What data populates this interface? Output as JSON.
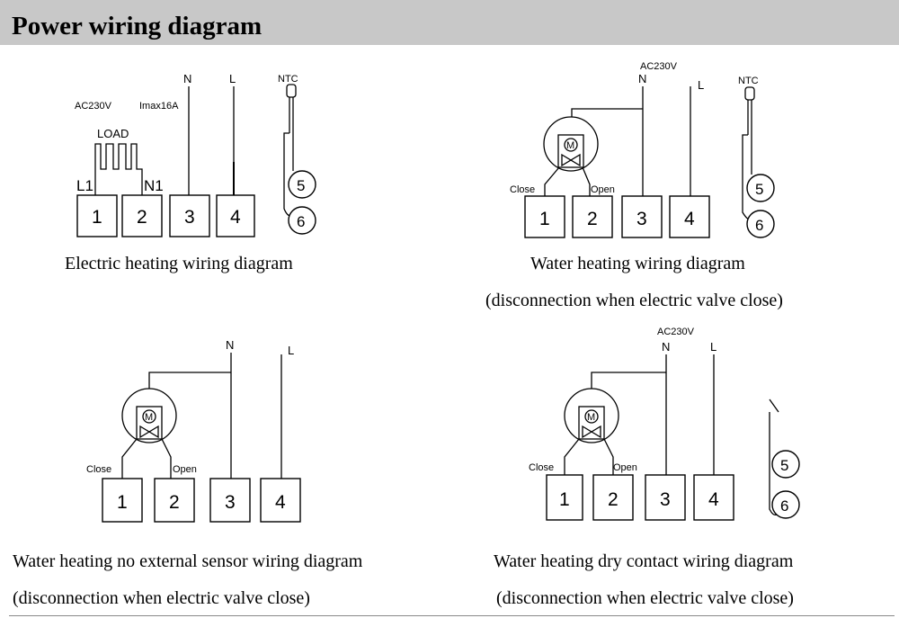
{
  "header": {
    "title": "Power wiring diagram"
  },
  "diagrams": [
    {
      "caption": "Electric heating wiring diagram",
      "labels": {
        "n": "N",
        "l": "L",
        "ntc": "NTC",
        "ac": "AC230V",
        "imax": "Imax16A",
        "load": "LOAD",
        "l1": "L1",
        "n1": "N1"
      },
      "terminals": [
        "1",
        "2",
        "3",
        "4"
      ],
      "sensor_terminals": [
        "5",
        "6"
      ]
    },
    {
      "caption": "Water heating wiring diagram",
      "caption2": "(disconnection when electric valve close)",
      "labels": {
        "ac": "AC230V",
        "n": "N",
        "l": "L",
        "ntc": "NTC",
        "motor": "M",
        "close": "Close",
        "open": "Open"
      },
      "terminals": [
        "1",
        "2",
        "3",
        "4"
      ],
      "sensor_terminals": [
        "5",
        "6"
      ]
    },
    {
      "caption": "Water heating no external sensor wiring diagram",
      "caption2": "(disconnection when electric valve close)",
      "labels": {
        "n": "N",
        "l": "L",
        "motor": "M",
        "close": "Close",
        "open": "Open"
      },
      "terminals": [
        "1",
        "2",
        "3",
        "4"
      ]
    },
    {
      "caption": "Water heating dry contact wiring diagram",
      "caption2": "(disconnection when electric valve close)",
      "labels": {
        "ac": "AC230V",
        "n": "N",
        "l": "L",
        "motor": "M",
        "close": "Close",
        "open": "Open"
      },
      "terminals": [
        "1",
        "2",
        "3",
        "4"
      ],
      "sensor_terminals": [
        "5",
        "6"
      ]
    }
  ]
}
